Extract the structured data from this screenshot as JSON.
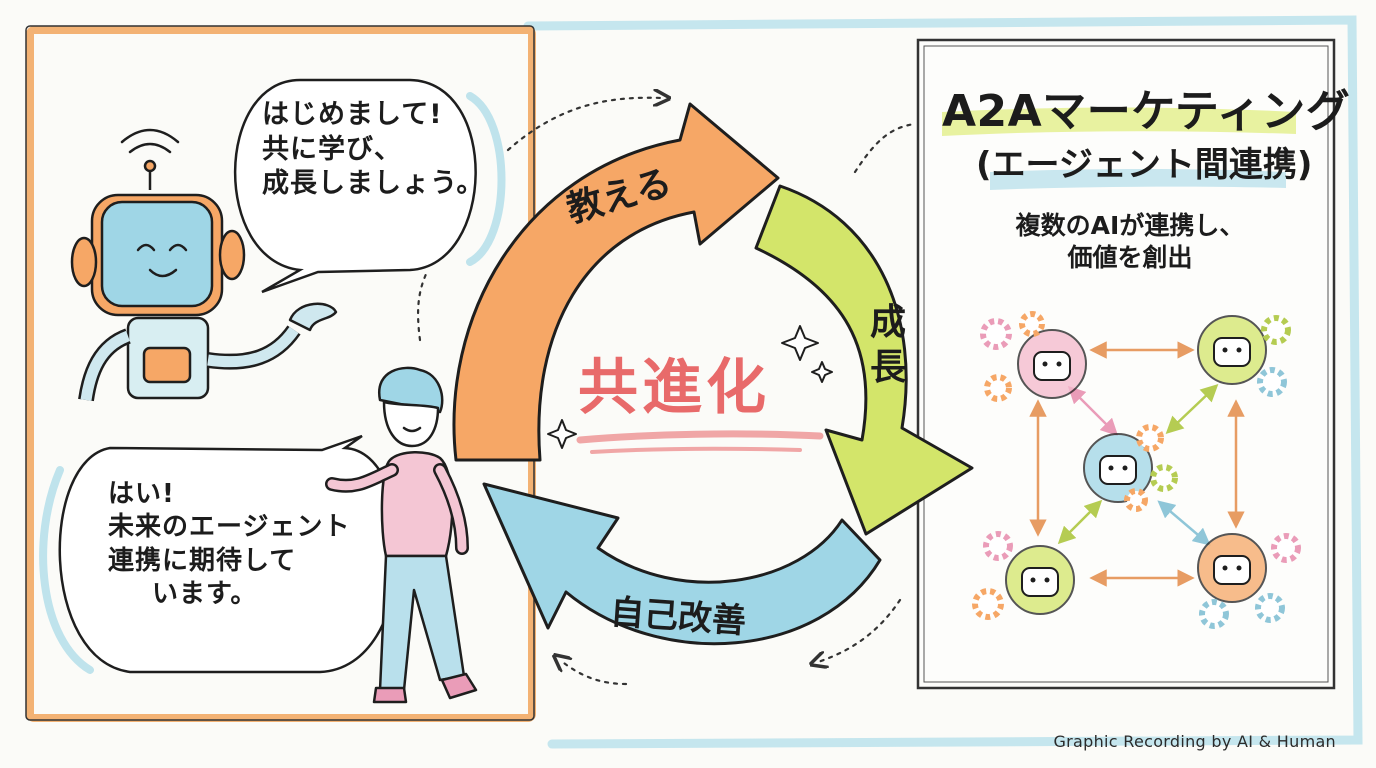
{
  "left_panel": {
    "robot_bubble": {
      "lines": [
        "はじめまして!",
        "共に学び、",
        "成長しましょう。"
      ]
    },
    "human_bubble": {
      "lines": [
        "はい!",
        "未来のエージェント",
        "連携に期待して",
        "います。"
      ]
    }
  },
  "cycle": {
    "center": "共進化",
    "arrows": {
      "teach": "教える",
      "grow": "成長",
      "improve": "自己改善"
    }
  },
  "right_panel": {
    "title": "A2Aマーケティング",
    "subtitle": "(エージェント間連携)",
    "description_lines": [
      "複数のAIが連携し、",
      "価値を創出"
    ]
  },
  "footer": {
    "signature": "Graphic Recording by AI & Human"
  },
  "colors": {
    "orange": "#f6a766",
    "green": "#d3e56a",
    "blue": "#9fd6e6",
    "pink": "#f4b8cc",
    "frame_orange": "#f3b274",
    "frame_blue": "#bfe3ec",
    "highlight_green": "#e4f08f",
    "title_red": "#e86a6a"
  }
}
